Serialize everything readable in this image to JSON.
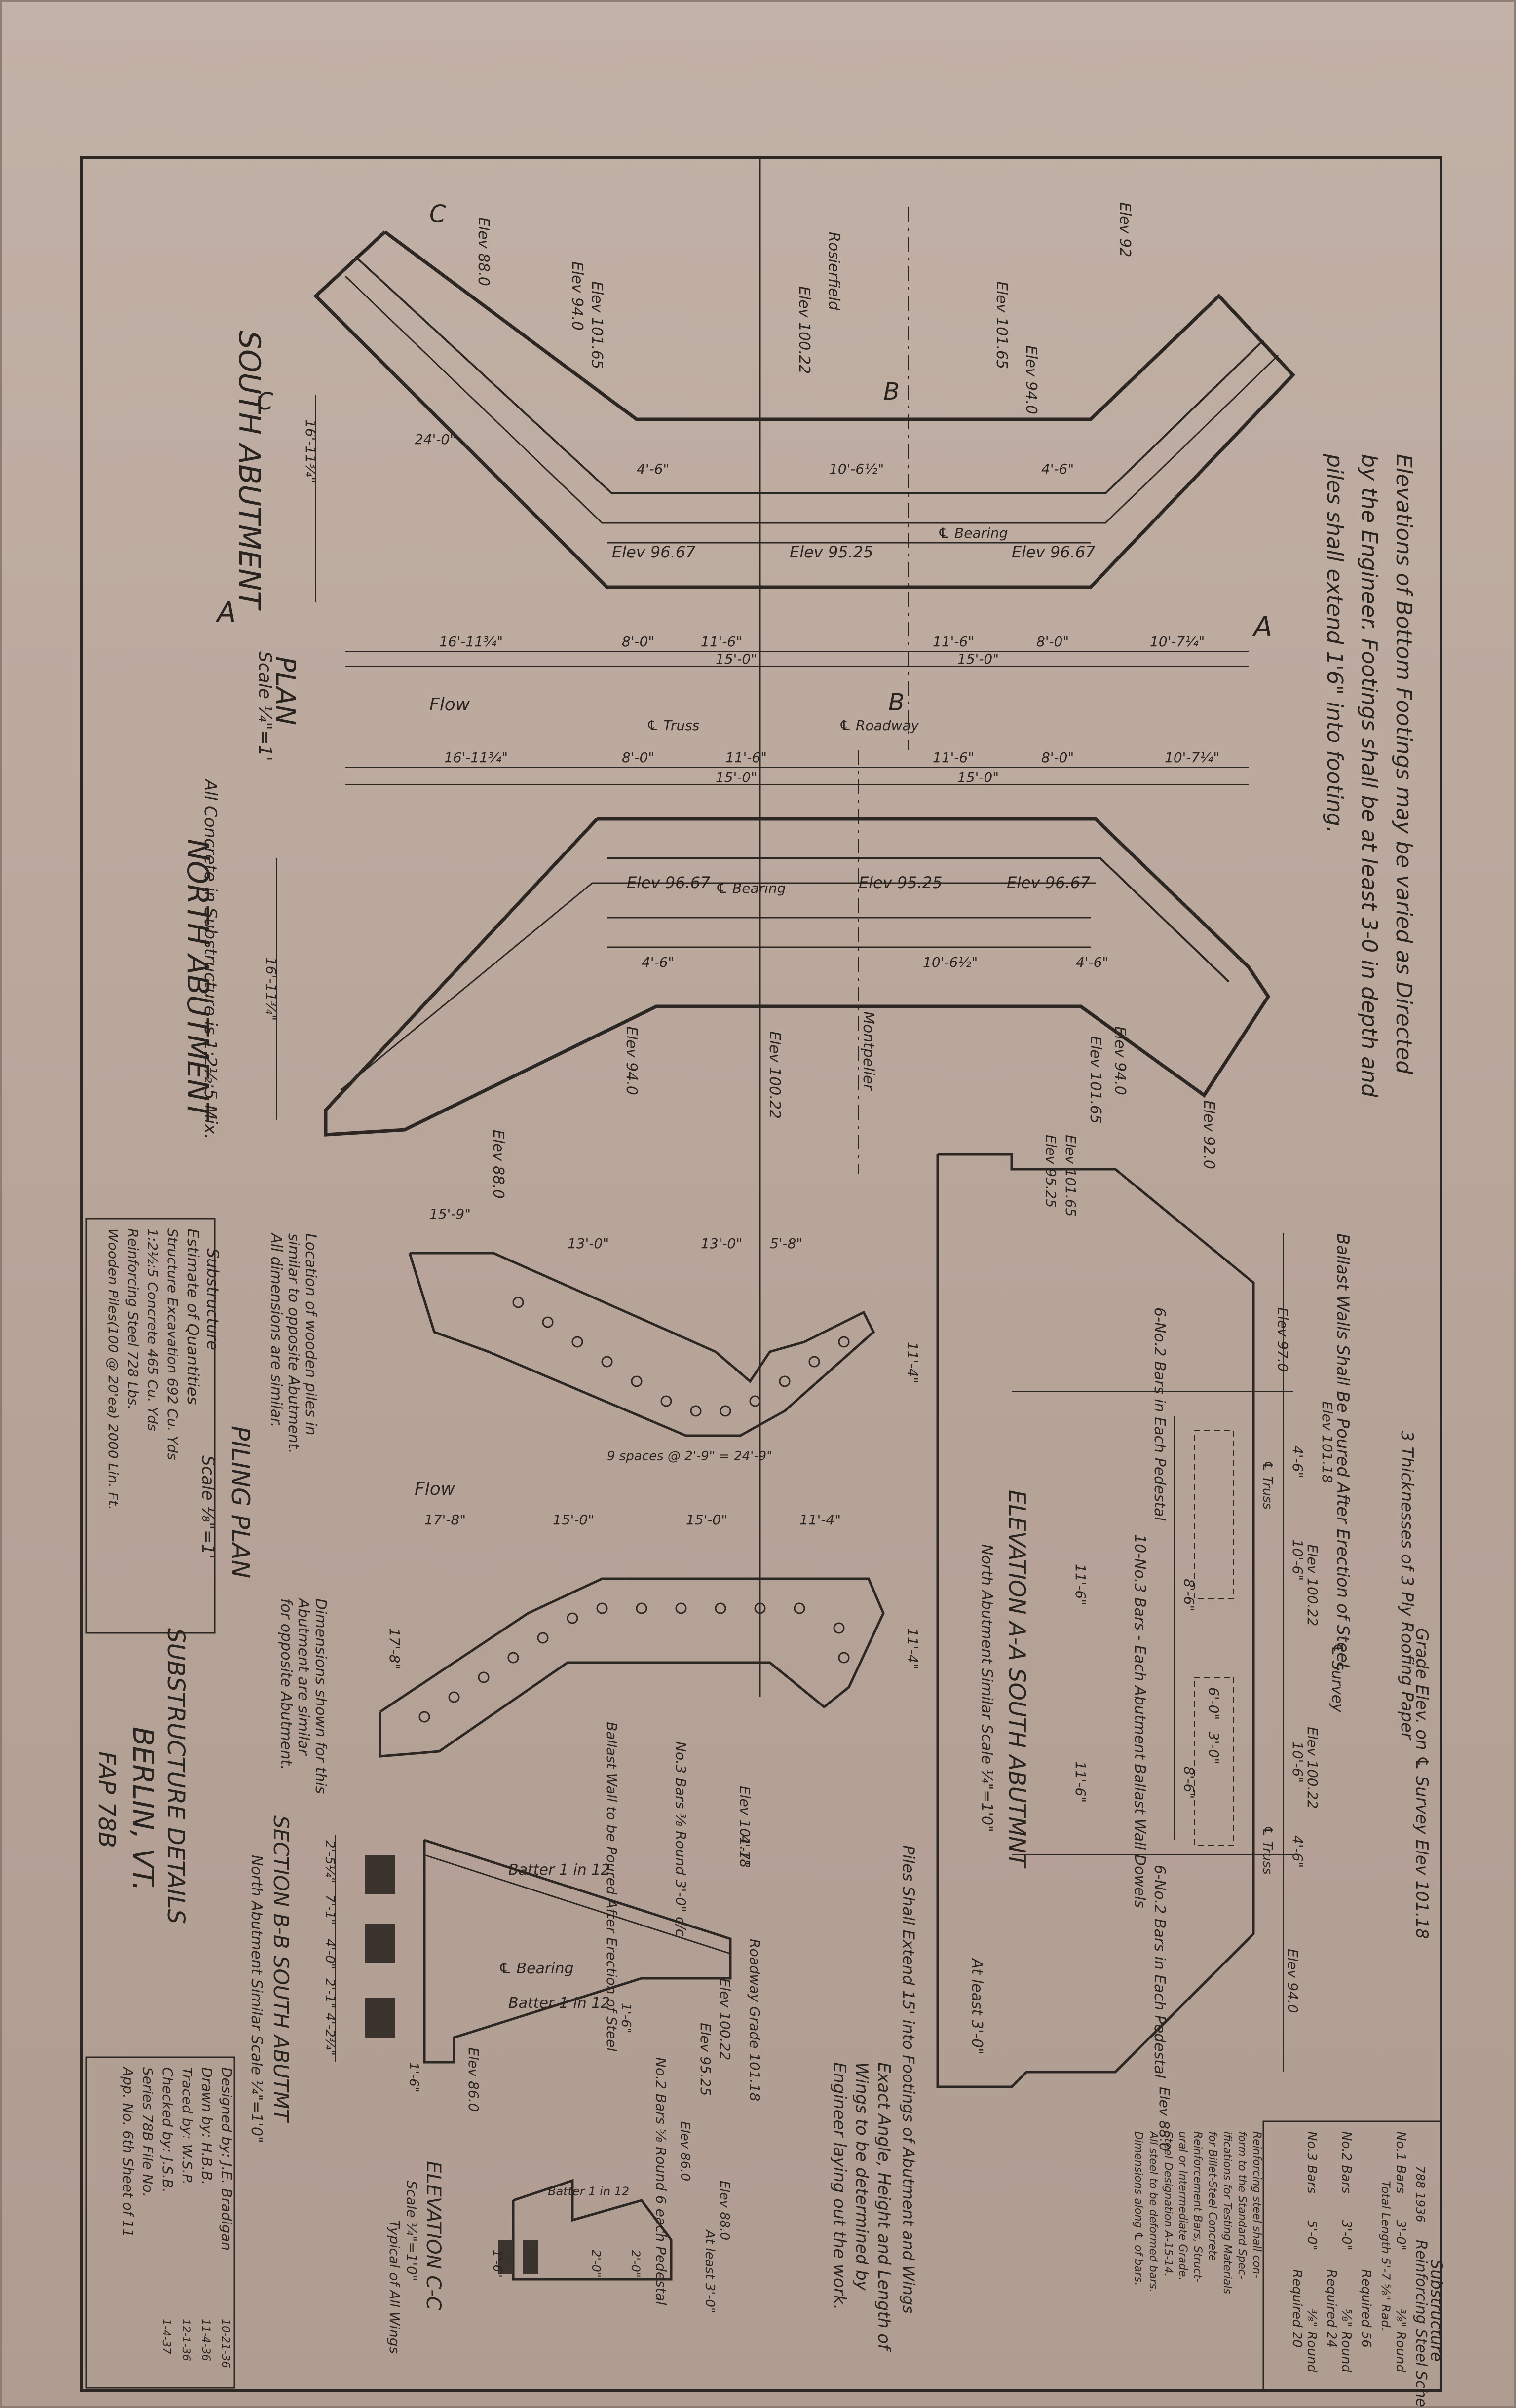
{
  "sheet": {
    "notes": {
      "footing_line1": "Elevations of Bottom Footings may be varied as Directed",
      "footing_line2": "by the Engineer. Footings shall be at least 3-0 in depth and",
      "footing_line3": "piles shall extend 1'6\" into footing.",
      "concrete": "All Concrete in Substructure is 1:2½:5 Mix.",
      "ballast": "Ballast Walls Shall Be Poured After Erection of Steel.",
      "piles": "Piles Shall Extend 15' into Footings of Abutment and Wings",
      "wings1": "Exact Angle, Height and Length of",
      "wings2": "Wings to be determined by",
      "wings3": "Engineer laying out the work.",
      "roofing": "3 Thicknesses of 3 Ply Roofing Paper",
      "grade": "Grade Elev. on ℄ Survey Elev 101.18"
    },
    "south_plan": {
      "title": "SOUTH ABUTMENT",
      "view": "PLAN",
      "scale": "Scale ¼\"=1'",
      "section_a": "A",
      "section_b": "B",
      "section_c": "C",
      "flow": "Flow",
      "elev_left": "Elev 96.67",
      "elev_mid": "Elev 95.25",
      "elev_right": "Elev 96.67",
      "bearing": "℄ Bearing",
      "truss": "℄ Truss",
      "roadway": "℄ Roadway",
      "dims": [
        "16'-11¾\"",
        "8'-0\"",
        "11'-6\"",
        "11'-6\"",
        "8'-0\"",
        "10'-7¼\"",
        "15'-0\"",
        "15'-0\"",
        "4'-6\"",
        "10'-6½\"",
        "4'-6\"",
        "24'-0\"",
        "16'-11¾\""
      ],
      "elevs": [
        "Elev 92",
        "Elev 94.0",
        "Elev 101.65",
        "Elev 100.22",
        "Elev 88.0",
        "Elev 94.0",
        "Elev 101.65",
        "Rosierfield"
      ]
    },
    "north_plan": {
      "title": "NORTH ABUTMENT",
      "elev_left": "Elev 96.67",
      "elev_mid": "Elev 95.25",
      "elev_right": "Elev 96.67",
      "bearing": "℄ Bearing",
      "place": "Montpelier",
      "dims": [
        "16'-11¾\"",
        "8'-0\"",
        "11'-6\"",
        "11'-6\"",
        "8'-0\"",
        "10'-7¼\"",
        "15'-0\"",
        "15'-0\"",
        "4'-6\"",
        "10'-6½\"",
        "4'-6\"",
        "16'-11¾\""
      ],
      "elevs": [
        "Elev 92.0",
        "Elev 94.0",
        "Elev 100.22",
        "Elev 101.65",
        "Elev 94.0",
        "Elev 88.0"
      ]
    },
    "piling_plan": {
      "title": "PILING PLAN",
      "scale": "Scale ⅛\"=1'",
      "note1": "Location of wooden piles in",
      "note2": "similar to opposite Abutment.",
      "note3": "All dimensions are similar.",
      "note4": "Dimensions shown for this",
      "note5": "Abutment are similar",
      "note6": "for opposite Abutment.",
      "flow": "Flow",
      "spaces": "9 spaces @ 2'-9\" = 24'-9\"",
      "dims": [
        "17'-8\"",
        "15'-0\"",
        "15'-0\"",
        "11'-4\"",
        "13'-0\"",
        "13'-0\"",
        "5'-8\"",
        "15'-9\"",
        "11'-4\"",
        "17'-8\"",
        "11'-4\""
      ]
    },
    "elevation_aa": {
      "title": "ELEVATION A-A   SOUTH ABUTMNT",
      "subtitle": "North Abutment Similar   Scale ¼\"=1'0\"",
      "bars_pedestal": "6-No.2 Bars in Each Pedestal",
      "bars_dowels": "10-No.3 Bars - Each Abutment Ballast Wall Dowels",
      "survey": "℄ Survey",
      "truss": "℄ Truss",
      "at_least": "At least 3'-0\"",
      "dims": [
        "4'-6\"",
        "10'-6\"",
        "8'-6\"",
        "6'-0\"",
        "3'-0\"",
        "8'-6\"",
        "10'-6\"",
        "4'-6\"",
        "11'-6\"",
        "11'-6\""
      ],
      "elevs": [
        "Elev 101.18",
        "Elev 100.22",
        "Elev 100.22",
        "Elev 97.0",
        "Elev 94.0",
        "Elev 88.0",
        "Elev 101.65",
        "Elev 95.25"
      ]
    },
    "section_bb": {
      "title": "SECTION B-B  SOUTH ABUTMT",
      "subtitle": "North Abutment Similar   Scale ¼\"=1'0\"",
      "batter1": "Batter 1 in 12",
      "batter2": "Batter 1 in 12",
      "bearing": "℄ Bearing",
      "roadway": "Roadway Grade 101.18",
      "bars1": "No.3 Bars ⅜ Round 3'-0\" c/c",
      "bars2": "No.2 Bars ⅝ Round 6 each Pedestal",
      "ballast": "Ballast Wall to be Poured After Erection of Steel",
      "elevs": [
        "Elev 101.18",
        "Elev 100.22",
        "Elev 95.25",
        "Elev 86.0"
      ],
      "dims": [
        "2'-5¼\"",
        "7'-1\"",
        "4'-0\"",
        "2'-1\"",
        "4'-2¾\"",
        "1'-6\"",
        "4'-7\"",
        "1'-6\""
      ]
    },
    "elevation_cc": {
      "title": "ELEVATION C-C",
      "scale": "Scale ¼\"=1'0\"",
      "note": "Typical of All Wings",
      "batter": "Batter 1 in 12",
      "at_least": "At least 3'-0\"",
      "elevs": [
        "Elev 88.0",
        "Elev 86.0"
      ],
      "dims": [
        "1'-6\"",
        "2'-0\"",
        "2'-0\""
      ]
    },
    "estimate": {
      "heading1": "Substructure",
      "heading2": "Estimate of Quantities",
      "rows": [
        "Structure Excavation 692 Cu. Yds",
        "1:2½:5 Concrete  465 Cu. Yds",
        "Reinforcing Steel  728 Lbs.",
        "Wooden Piles(100 @ 20'ea) 2000 Lin. Ft."
      ]
    },
    "title_block": {
      "title": "SUBSTRUCTURE DETAILS",
      "place": "BERLIN, VT.",
      "project": "FAP 78B",
      "designed": "Designed by: J.E. Bradigan",
      "drawn": "Drawn by: H.B.B.",
      "traced": "Traced by: W.S.P.",
      "checked": "Checked by: J.S.B.",
      "series": "Series 78B File No.",
      "app": "App. No. 6th Sheet of 11",
      "dates": [
        "10-21-36",
        "11-4-36",
        "12-1-36",
        "1-4-37"
      ]
    },
    "steel_schedule": {
      "heading1": "Substructure",
      "heading2": "Reinforcing Steel Schedule",
      "stamp": "788 1936",
      "rows": [
        {
          "mark": "No.1 Bars",
          "length": "3'-0\"",
          "size": "⅜\" Round",
          "required": "Required 56"
        },
        {
          "mark": "No.2 Bars",
          "length": "3'-0\"",
          "size": "⅝\" Round",
          "required": "Required 24"
        },
        {
          "mark": "No.3 Bars",
          "length": "5'-0\"",
          "size": "⅜\" Round",
          "required": "Required 20"
        }
      ],
      "total": "Total Length 5'-7 ⅝\" Rad.",
      "spec": [
        "Reinforcing steel shall con-",
        "form to the Standard Spec-",
        "ifications for Testing Materials",
        "for Billet-Steel Concrete",
        "Reinforcement Bars, Struct-",
        "ural or Intermediate Grade.",
        "Steel Designation A-15-14.",
        "All steel to be deformed bars.",
        "Dimensions along ℄ of bars."
      ]
    }
  }
}
